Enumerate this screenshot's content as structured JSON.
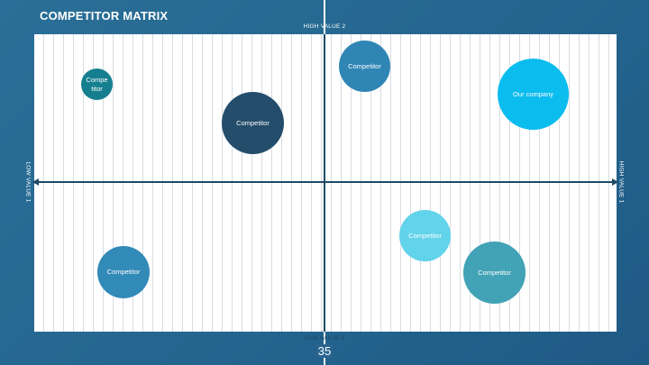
{
  "slide": {
    "title": "COMPETITOR MATRIX",
    "page_number": "35"
  },
  "axes": {
    "top": "HIGH VALUE 2",
    "bottom": "LOW VALUE 2",
    "left": "LOW VALUE 1",
    "right": "HIGH VALUE 1"
  },
  "bubbles": [
    {
      "label": "Compe\ntitor",
      "color": "#167f8f"
    },
    {
      "label": "Competitor",
      "color": "#244d6b"
    },
    {
      "label": "Competitor",
      "color": "#2f86b5"
    },
    {
      "label": "Our company",
      "color": "#0bbcef"
    },
    {
      "label": "Competitor",
      "color": "#61d3ea"
    },
    {
      "label": "Competitor",
      "color": "#318ab8"
    },
    {
      "label": "Competitor",
      "color": "#41a3b5"
    }
  ],
  "colors": {
    "background": "#256790",
    "axis_line": "#1e4a66",
    "grid_line": "#d7dce2"
  }
}
